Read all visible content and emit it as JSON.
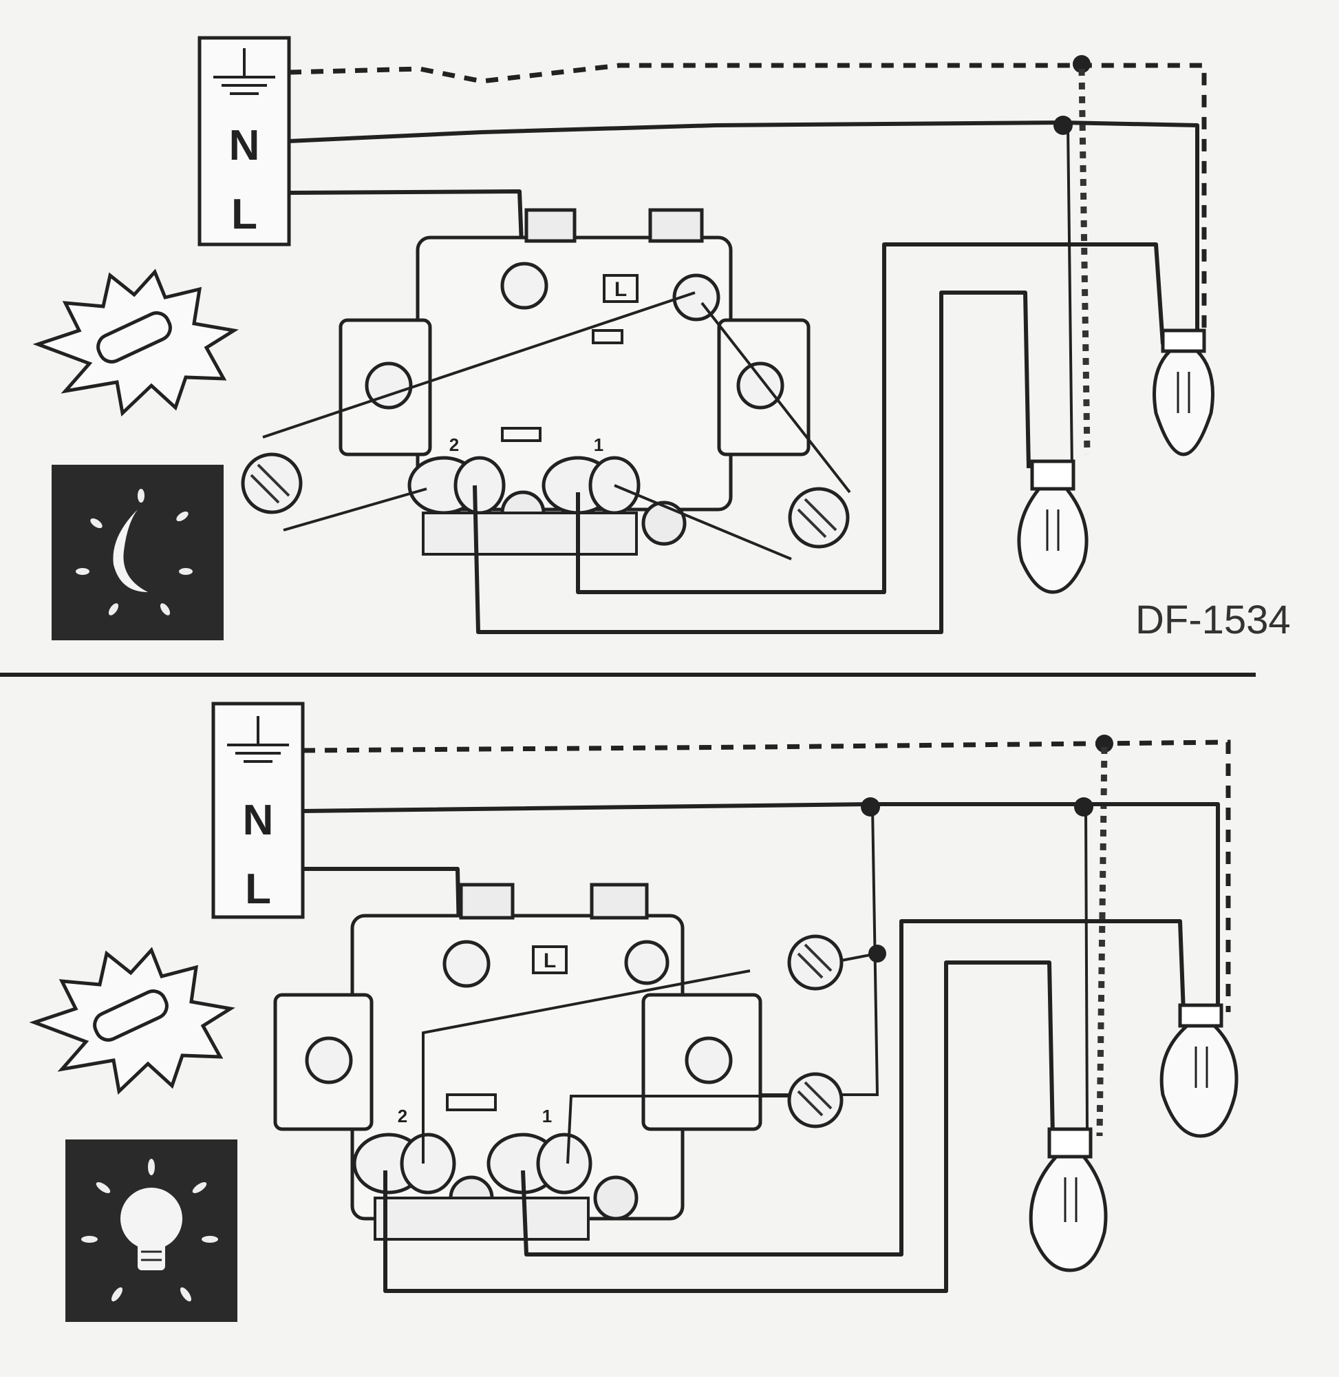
{
  "supply": {
    "neutral_label": "N",
    "live_label": "L"
  },
  "switch": {
    "center_label": "L",
    "terminal_1_label": "1",
    "terminal_2_label": "2"
  },
  "model_code": "DF-1534",
  "icons": {
    "day": "sun-lamp-icon",
    "night": "moon-icon",
    "light_on": "bulb-icon",
    "ground": "ground-icon"
  },
  "colors": {
    "line": "#222222",
    "background": "#f4f4f2",
    "panel": "#2a2a2a"
  }
}
